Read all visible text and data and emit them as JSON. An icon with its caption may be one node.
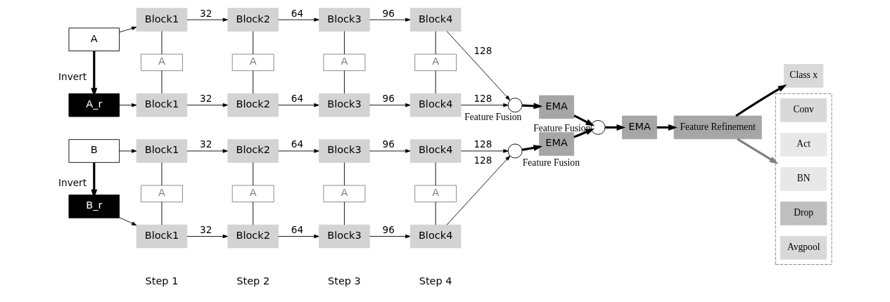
{
  "diagram": {
    "nodes": [
      {
        "text": [
          "A"
        ]
      },
      {
        "text": [
          "A_r"
        ]
      },
      {
        "text": [
          "B"
        ]
      },
      {
        "text": [
          "B_r"
        ]
      },
      {
        "text": [
          "Block1"
        ]
      },
      {
        "text": [
          "Block2"
        ]
      },
      {
        "text": [
          "Block3"
        ]
      },
      {
        "text": [
          "Block4"
        ]
      },
      {
        "text": [
          "Block1"
        ]
      },
      {
        "text": [
          "Block2"
        ]
      },
      {
        "text": [
          "Block3"
        ]
      },
      {
        "text": [
          "Block4"
        ]
      },
      {
        "text": [
          "A"
        ]
      },
      {
        "text": [
          "A"
        ]
      },
      {
        "text": [
          "A"
        ]
      },
      {
        "text": [
          "A"
        ]
      },
      {
        "text": [
          "Block1"
        ]
      },
      {
        "text": [
          "Block2"
        ]
      },
      {
        "text": [
          "Block3"
        ]
      },
      {
        "text": [
          "Block4"
        ]
      },
      {
        "text": [
          "Block1"
        ]
      },
      {
        "text": [
          "Block2"
        ]
      },
      {
        "text": [
          "Block3"
        ]
      },
      {
        "text": [
          "Block4"
        ]
      },
      {
        "text": [
          "A"
        ]
      },
      {
        "text": [
          "A"
        ]
      },
      {
        "text": [
          "A"
        ]
      },
      {
        "text": [
          "A"
        ]
      },
      {
        "text": [],
        "shape": "circle",
        "beside": [
          "Feature Fusion"
        ]
      },
      {
        "text": [],
        "shape": "circle",
        "beside": [
          "Feature Fusion"
        ]
      },
      {
        "text": [],
        "shape": "circle",
        "beside": [
          "Feature Fusion"
        ]
      },
      {
        "text": [
          "EMA"
        ]
      },
      {
        "text": [
          "EMA"
        ]
      },
      {
        "text": [
          "EMA"
        ]
      },
      {
        "text": [
          "Feature Refinement"
        ]
      },
      {
        "text": [
          "Class x"
        ]
      },
      {
        "text": [],
        "shape": "box"
      },
      {
        "text": [
          "Conv"
        ],
        "in": 36
      },
      {
        "text": [
          "Act"
        ],
        "in": 36
      },
      {
        "text": [
          "BN"
        ],
        "in": 36
      },
      {
        "text": [
          "Drop"
        ],
        "in": 36
      },
      {
        "text": [
          "Avgpool"
        ],
        "in": 36
      }
    ],
    "edges": [
      {
        "from": 0,
        "to": 1,
        "arrow": "to",
        "label": "Invert",
        "style": "thick"
      },
      {
        "from": 0,
        "to": 4,
        "arrow": "to"
      },
      {
        "from": 4,
        "to": 5,
        "arrow": "to",
        "label": "32"
      },
      {
        "from": 5,
        "to": 6,
        "arrow": "to",
        "label": "64"
      },
      {
        "from": 6,
        "to": 7,
        "arrow": "to",
        "label": "96"
      },
      {
        "from": 7,
        "to": 28,
        "arrow": "to",
        "label": "128"
      },
      {
        "from": 1,
        "to": 8,
        "arrow": "to"
      },
      {
        "from": 8,
        "to": 9,
        "arrow": "to",
        "label": "32"
      },
      {
        "from": 9,
        "to": 10,
        "arrow": "to",
        "label": "64"
      },
      {
        "from": 10,
        "to": 11,
        "arrow": "to",
        "label": "96"
      },
      {
        "from": 11,
        "to": 28,
        "arrow": "to",
        "label": "128"
      },
      {
        "from": 4,
        "to": 12,
        "arrow": "none"
      },
      {
        "from": 12,
        "to": 8,
        "arrow": "none"
      },
      {
        "from": 5,
        "to": 13,
        "arrow": "none"
      },
      {
        "from": 13,
        "to": 9,
        "arrow": "none"
      },
      {
        "from": 6,
        "to": 14,
        "arrow": "none"
      },
      {
        "from": 14,
        "to": 10,
        "arrow": "none"
      },
      {
        "from": 7,
        "to": 15,
        "arrow": "none"
      },
      {
        "from": 15,
        "to": 11,
        "arrow": "none"
      },
      {
        "from": 2,
        "to": 3,
        "arrow": "to",
        "label": "Invert",
        "style": "thick"
      },
      {
        "from": 2,
        "to": 16,
        "arrow": "to"
      },
      {
        "from": 16,
        "to": 17,
        "arrow": "to",
        "label": "32"
      },
      {
        "from": 17,
        "to": 18,
        "arrow": "to",
        "label": "64"
      },
      {
        "from": 18,
        "to": 19,
        "arrow": "to",
        "label": "96"
      },
      {
        "from": 19,
        "to": 30,
        "arrow": "to",
        "label": "128"
      },
      {
        "from": 3,
        "to": 20,
        "arrow": "to"
      },
      {
        "from": 20,
        "to": 21,
        "arrow": "to",
        "label": "32"
      },
      {
        "from": 21,
        "to": 22,
        "arrow": "to",
        "label": "64"
      },
      {
        "from": 22,
        "to": 23,
        "arrow": "to",
        "label": "96"
      },
      {
        "from": 23,
        "to": 30,
        "arrow": "to",
        "label": "128"
      },
      {
        "from": 16,
        "to": 24,
        "arrow": "none"
      },
      {
        "from": 24,
        "to": 20,
        "arrow": "none"
      },
      {
        "from": 17,
        "to": 25,
        "arrow": "none"
      },
      {
        "from": 25,
        "to": 21,
        "arrow": "none"
      },
      {
        "from": 18,
        "to": 26,
        "arrow": "none"
      },
      {
        "from": 26,
        "to": 22,
        "arrow": "none"
      },
      {
        "from": 19,
        "to": 27,
        "arrow": "none"
      },
      {
        "from": 27,
        "to": 23,
        "arrow": "none"
      },
      {
        "from": 28,
        "to": 31,
        "arrow": "to",
        "style": "thick"
      },
      {
        "from": 31,
        "to": 29,
        "arrow": "to",
        "style": "thick"
      },
      {
        "from": 30,
        "to": 32,
        "arrow": "to",
        "style": "thick"
      },
      {
        "from": 32,
        "to": 29,
        "arrow": "to",
        "style": "thick"
      },
      {
        "from": 29,
        "to": 33,
        "arrow": "to",
        "style": "thick"
      },
      {
        "from": 33,
        "to": 34,
        "arrow": "to",
        "style": "thick"
      },
      {
        "from": 34,
        "to": 35,
        "arrow": "to",
        "style": "thick"
      },
      {
        "from": 34,
        "to": 36,
        "arrow": "to",
        "color": "#808080",
        "style": "thick"
      }
    ],
    "labels": [
      "Step 1",
      "Step 2",
      "Step 3",
      "Step 4"
    ]
  }
}
